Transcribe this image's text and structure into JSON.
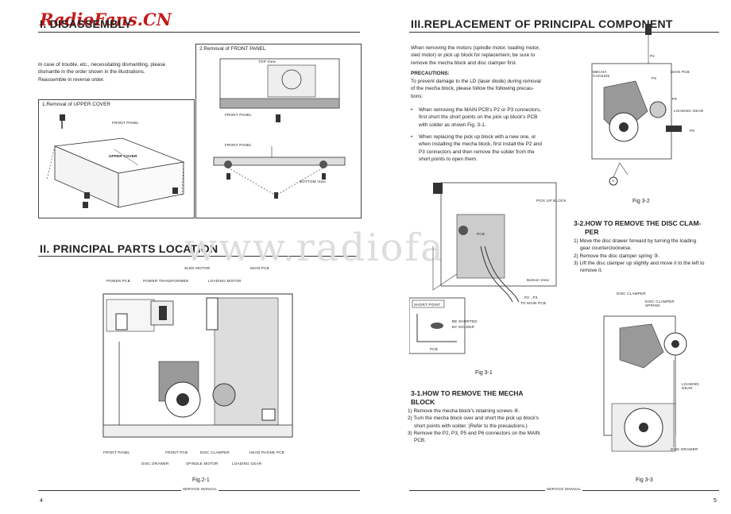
{
  "watermark": {
    "logo": "RadioFans.CN",
    "center": "www.radiofans.cn"
  },
  "left_page": {
    "section1_title": "I. DISASSEMBLY",
    "intro": [
      "In case of trouble, etc., necessitating dismantling, please",
      "dismantle in the order shown in the illustrations.",
      "Reassemble in reverse order."
    ],
    "upper_cover_box_title": "1.Removal of UPPER COVER",
    "upper_cover_labels": {
      "front_panel": "FRONT PANEL",
      "upper_cover": "UPPER COVER"
    },
    "front_panel_box_title": "2.Removal of FRONT PANEL",
    "front_panel_labels": {
      "top_view": "TOP View",
      "front_panel_a": "FRONT PANEL",
      "front_panel_b": "FRONT PANEL",
      "bottom_view": "BOTTOM View"
    },
    "section2_title": "II. PRINCIPAL PARTS LOCATION",
    "parts_labels": {
      "sled_motor": "SLED MOTOR",
      "main_pcb": "MAIN PCB",
      "power_pcb": "POWER PCB",
      "power_transformer": "POWER TRANSFORMER",
      "loading_motor": "LOADING MOTOR",
      "front_panel": "FRONT PANEL",
      "front_pcb": "FRONT PCB",
      "disc_clamper": "DISC CLAMPER",
      "head_phone_pcb": "HEAD PHONE PCB",
      "disc_drawer": "DISC DRAWER",
      "spindle_motor": "SPINDLE MOTOR",
      "loading_gear": "LOADING GEAR"
    },
    "fig_caption": "Fig.2-1",
    "footer": "SERVICE MANUAL",
    "page_number": "4"
  },
  "right_page": {
    "section3_title": "III.REPLACEMENT OF PRINCIPAL COMPONENT",
    "intro": [
      "When removing the motors (spindle motor, loading motor,",
      "sled motor) or pick up block for replacement, be sure to",
      "remove the mecha block and disc clamper first."
    ],
    "precautions_title": "PRECAUTIONS:",
    "precautions": [
      "To prevent damage to the LD (laser diode) during removal",
      "of the mecha block, please follow the following precau-",
      "tions:"
    ],
    "bullet1": [
      "When removing the MAIN PCB's P2 or P3 connectors,",
      "first short the short points on the pick up block's PCB",
      "with solder as shown Fig. 3-1."
    ],
    "bullet2": [
      "When replacing the pick up block with a new one, or",
      "when installing the mecha block, first install the P2 and",
      "P3 connectors and then remove the solder from the",
      "short points to open them."
    ],
    "fig31_labels": {
      "pick_up_block": "PICK UP BLOCK",
      "pcb": "PCB",
      "bottom_view": "Bottom View",
      "p2p3": "P2 , P3",
      "to_main_pcb": "TO MAIN PCB",
      "short_point": "SHORT POINT",
      "be_shorted": "BE SHORTED",
      "by_solder": "BY SOLDER",
      "pcb2": "PCB"
    },
    "fig31_caption": "Fig 3-1",
    "s31_title_1": "3-1.HOW TO REMOVE THE MECHA",
    "s31_title_2": "BLOCK",
    "s31_steps": [
      "1) Remove the mecha block's retaining screws ④.",
      "2) Turn the mecha block over and short the pick up block's",
      "short points with solder. (Refer to the precautions.)",
      "3) Remove the P2, P3, P5 and P6 connectors on the MAIN",
      "PCB."
    ],
    "fig32_labels": {
      "p2": "P2",
      "p3": "P3",
      "mecha_chassis": "MECHA CHASSIS",
      "main_pcb": "MAIN PCB",
      "p5": "P5",
      "loading_gear": "LOADING GEAR",
      "p6": "P6",
      "a": "A"
    },
    "fig32_caption": "Fig 3-2",
    "s32_title_1": "3-2.HOW TO REMOVE THE DISC CLAM-",
    "s32_title_2": "PER",
    "s32_steps": [
      "1) Move the disc drawer forward by turning the loading",
      "gear counterclockwise.",
      "2) Remove the disc clamper spring ③.",
      "3) Lift the disc clamper up slightly and move it to the left to",
      "remove it."
    ],
    "fig33_labels": {
      "disc_clamper": "DISC CLAMPER",
      "disc_clamper_spring": "DISC CLAMPER SPRING",
      "loading_gear": "LOADING GEAR",
      "disk_drawer": "DISK DRAWER"
    },
    "fig33_caption": "Fig 3-3",
    "footer": "SERVICE MANUAL",
    "page_number": "5"
  }
}
